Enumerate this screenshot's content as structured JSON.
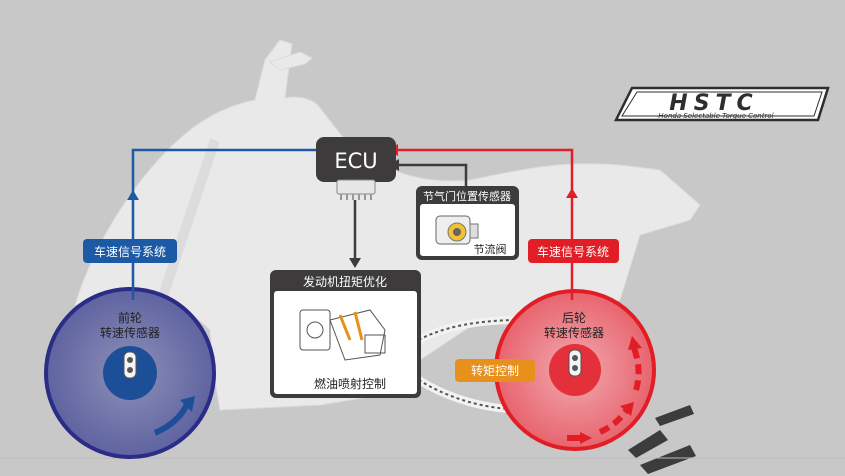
{
  "logo": {
    "mark": "HSTC",
    "tagline": "Honda Selectable Torque Control"
  },
  "ecu": {
    "label": "ECU"
  },
  "throttle": {
    "title": "节气门位置传感器",
    "caption": "节流阀"
  },
  "engine": {
    "title": "发动机扭矩优化",
    "caption": "燃油喷射控制"
  },
  "front": {
    "signal_label": "车速信号系统",
    "sensor_label_line1": "前轮",
    "sensor_label_line2": "转速传感器"
  },
  "rear": {
    "signal_label": "车速信号系统",
    "sensor_label_line1": "后轮",
    "sensor_label_line2": "转速传感器"
  },
  "torque_control": {
    "label": "转矩控制"
  },
  "colors": {
    "background": "#c8c8c9",
    "silhouette": "#e9e9ea",
    "blue": "#1d5aa6",
    "blue_dark": "#163f80",
    "red": "#e11d25",
    "dark_box": "#3d3b3c",
    "orange": "#e8901c"
  }
}
